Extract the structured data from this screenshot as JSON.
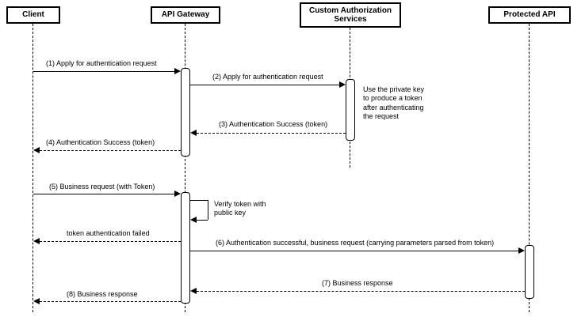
{
  "participants": [
    {
      "label": "Client"
    },
    {
      "label": "API Gateway"
    },
    {
      "label": "Custom Authorization Services"
    },
    {
      "label": "Protected API"
    }
  ],
  "messages": {
    "m1": "(1) Apply for authentication request",
    "m2": "(2) Apply for authentication request",
    "m3": "(3) Authentication Success (token)",
    "m4": "(4) Authentication Success (token)",
    "m5": "(5) Business request (with Token)",
    "fail": "token authentication failed",
    "m6": "(6) Authentication successful, business request (carrying parameters parsed from token)",
    "m7": "(7) Business response",
    "m8": "(8) Business response"
  },
  "notes": {
    "private_key": "Use the private key to produce a token after authenticating the request",
    "verify_token": "Verify token with public key"
  }
}
